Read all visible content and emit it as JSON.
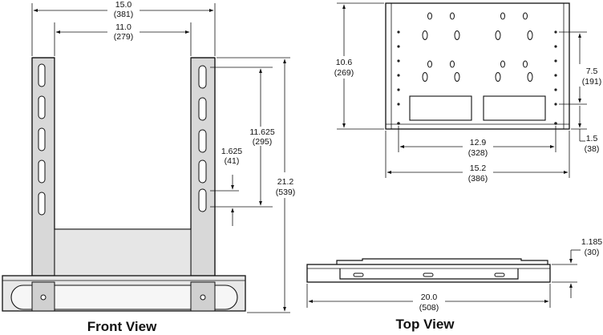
{
  "front_view": {
    "caption": "Front View",
    "dims": {
      "overall_width": "15.0",
      "overall_width_mm": "(381)",
      "inner_width": "11.0",
      "inner_width_mm": "(279)",
      "slot_span": "11.625",
      "slot_span_mm": "(295)",
      "slot_offset": "1.625",
      "slot_offset_mm": "(41)",
      "overall_height": "21.2",
      "overall_height_mm": "(539)"
    }
  },
  "top_view": {
    "caption": "Top View",
    "dims": {
      "depth": "10.6",
      "depth_mm": "(269)",
      "hole_spacing": "7.5",
      "hole_spacing_mm": "(191)",
      "edge_offset": "1.5",
      "edge_offset_mm": "(38)",
      "inner_width": "12.9",
      "inner_width_mm": "(328)",
      "outer_width": "15.2",
      "outer_width_mm": "(386)"
    }
  },
  "side_view": {
    "dims": {
      "base_length": "20.0",
      "base_length_mm": "(508)",
      "base_height": "1.185",
      "base_height_mm": "(30)"
    }
  }
}
